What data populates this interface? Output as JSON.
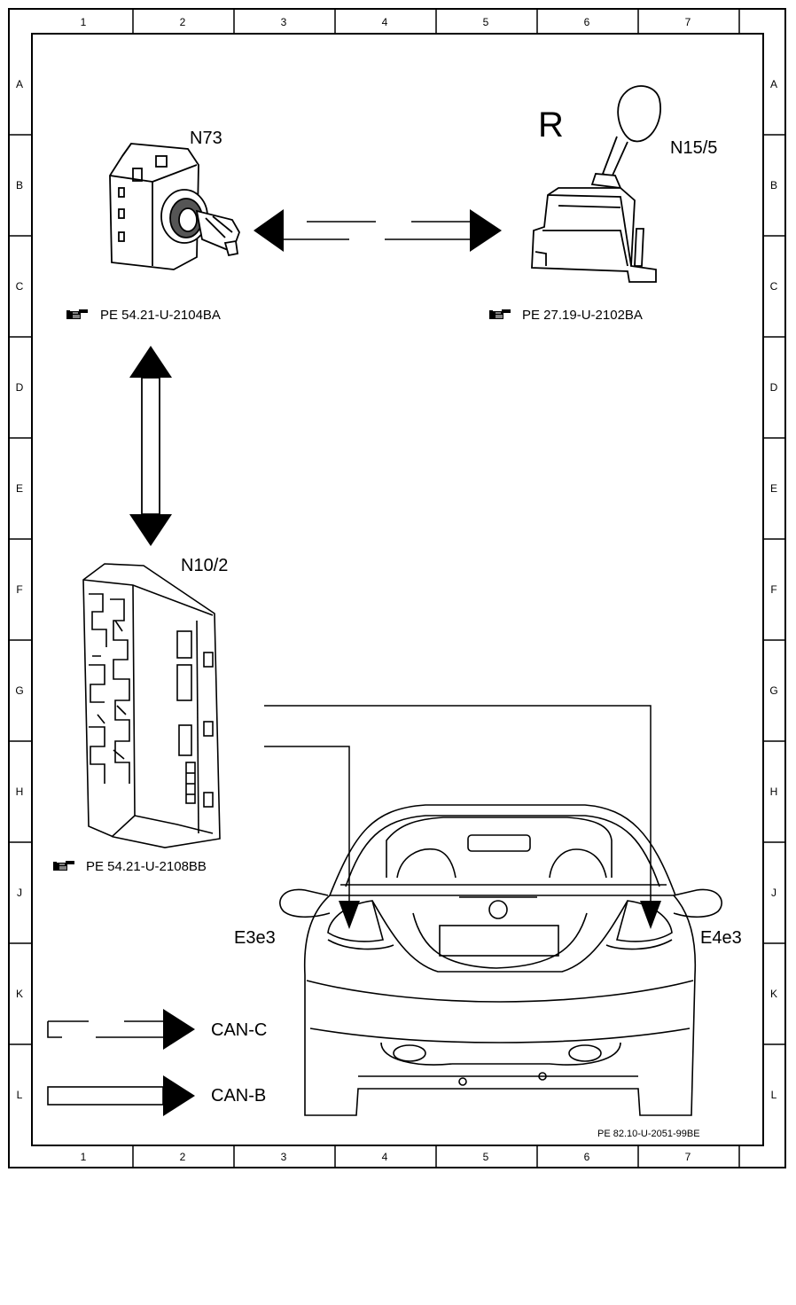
{
  "grid": {
    "columns": [
      "1",
      "2",
      "3",
      "4",
      "5",
      "6",
      "7"
    ],
    "rows": [
      "A",
      "B",
      "C",
      "D",
      "E",
      "F",
      "G",
      "H",
      "J",
      "K",
      "L"
    ]
  },
  "components": {
    "n73": {
      "label": "N73",
      "ref": "PE 54.21-U-2104BA"
    },
    "n15_5": {
      "label": "N15/5",
      "gear_letter": "R",
      "ref": "PE 27.19-U-2102BA"
    },
    "n10_2": {
      "label": "N10/2",
      "ref": "PE 54.21-U-2108BB"
    },
    "e3e3": {
      "label": "E3e3"
    },
    "e4e3": {
      "label": "E4e3"
    }
  },
  "legend": {
    "can_c": {
      "label": "CAN-C"
    },
    "can_b": {
      "label": "CAN-B"
    }
  },
  "figure_ref": "PE 82.10-U-2051-99BE",
  "icons": [
    "pointing-hand-icon"
  ]
}
